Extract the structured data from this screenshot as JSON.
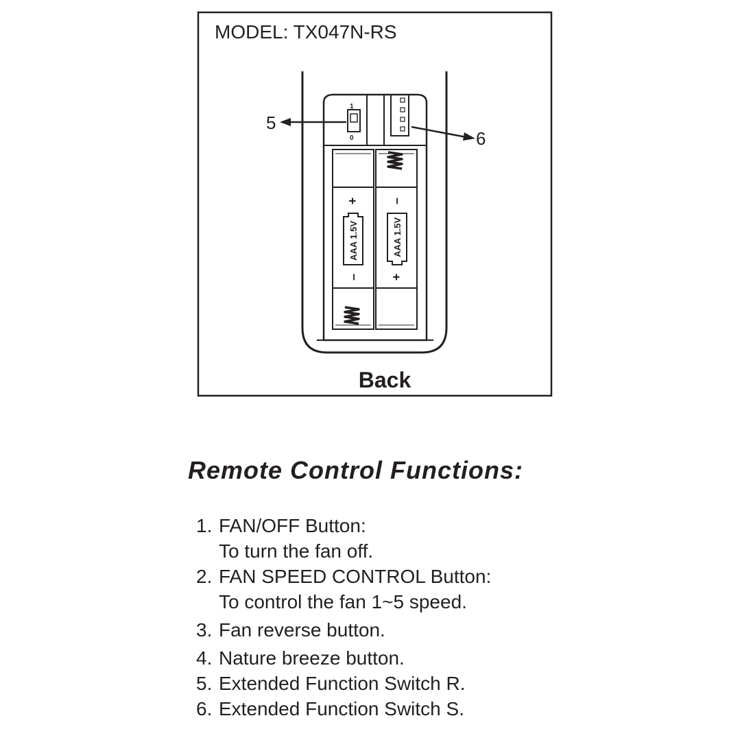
{
  "model_label": "MODEL: TX047N-RS",
  "view_label": "Back",
  "callouts": {
    "switch_r": "5",
    "switch_s": "6"
  },
  "switch_marks": {
    "on": "1",
    "off": "0"
  },
  "battery": {
    "label": "AAA 1.5V",
    "plus": "+",
    "minus": "–"
  },
  "heading": "Remote Control Functions:",
  "functions": [
    {
      "number": "1.",
      "title": "FAN/OFF  Button:",
      "description": "To turn the fan off."
    },
    {
      "number": "2.",
      "title": "FAN SPEED CONTROL Button:",
      "description": "To control the fan 1~5 speed."
    },
    {
      "number": "3.",
      "title": "Fan reverse button.",
      "description": ""
    },
    {
      "number": "4.",
      "title": "Nature breeze button.",
      "description": ""
    },
    {
      "number": "5.",
      "title": "Extended Function Switch R.",
      "description": ""
    },
    {
      "number": "6.",
      "title": "Extended Function Switch S.",
      "description": ""
    }
  ],
  "colors": {
    "ink": "#231f20",
    "background": "#ffffff"
  }
}
